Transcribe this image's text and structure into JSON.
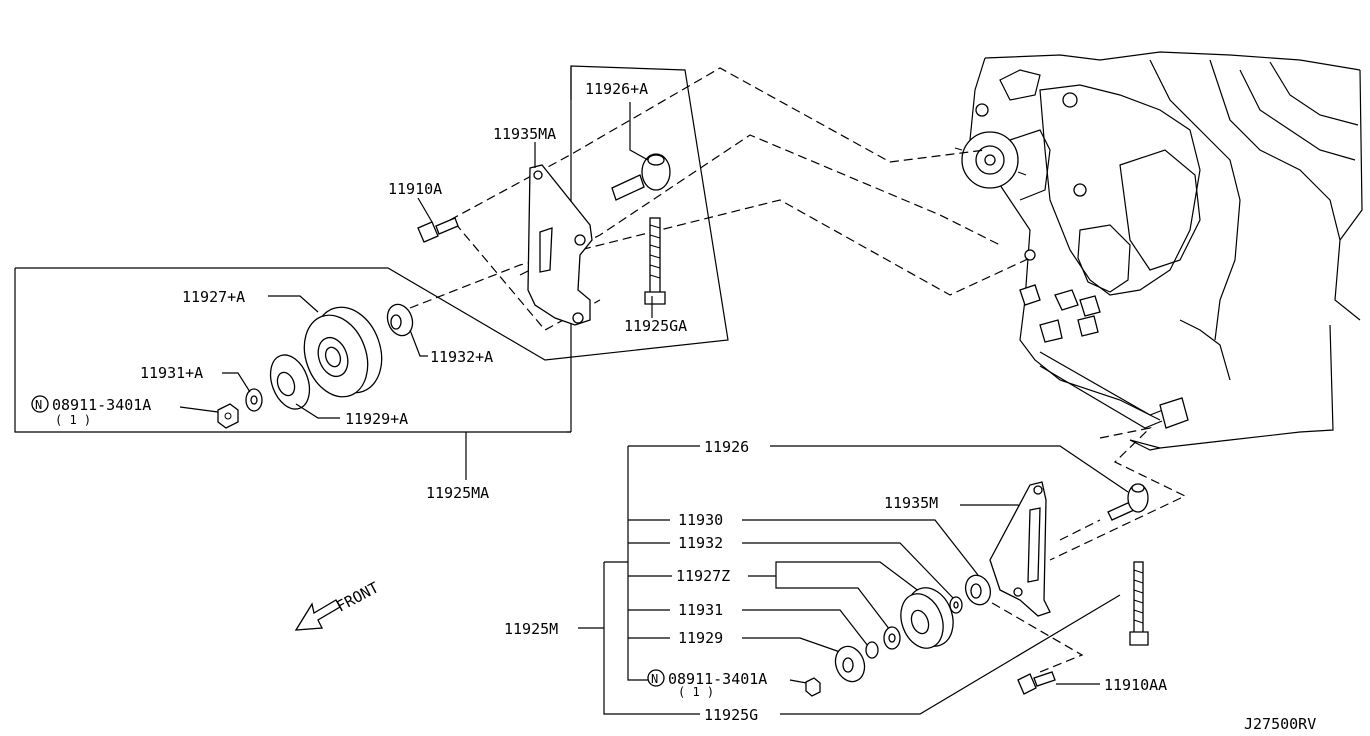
{
  "diagram_id": "J27500RV",
  "front_label": "FRONT",
  "upper_assembly": {
    "assembly_label": "11925MA",
    "parts": {
      "tensioner_bolt": "11926+A",
      "bracket": "11935MA",
      "bracket_bolt": "11910A",
      "idler_pulley": "11927+A",
      "spacer_inner": "11932+A",
      "washer": "11931+A",
      "pulley_cover": "11929+A",
      "nut_code": "N",
      "nut": "08911-3401A",
      "nut_qty": "( 1 )",
      "long_bolt": "11925GA"
    }
  },
  "lower_assembly": {
    "assembly_label": "11925M",
    "parts": {
      "tensioner_bolt": "11926",
      "plate": "11930",
      "spacer": "11932",
      "idler_pulley": "11927Z",
      "washer": "11931",
      "pulley_cover": "11929",
      "nut_code": "N",
      "nut": "08911-3401A",
      "nut_qty": "( 1 )",
      "bracket": "11935M",
      "bracket_bolt": "11910AA",
      "long_bolt": "11925G"
    }
  }
}
